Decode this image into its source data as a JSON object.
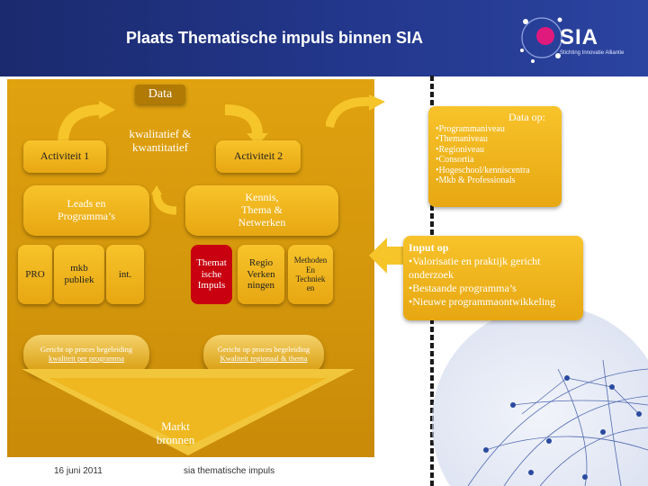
{
  "header": {
    "title": "Plaats Thematische impuls binnen SIA"
  },
  "logo": {
    "text": "SIA",
    "subtitle": "Stichting Innovatie Alliantie"
  },
  "diagram": {
    "data_label": "Data",
    "kwalitatief": "kwalitatief & kwantitatief",
    "activiteit1": "Activiteit 1",
    "activiteit2": "Activiteit 2",
    "leads": "Leads en Programma’s",
    "kennis": "Kennis, Thema & Netwerken",
    "pro": "PRO",
    "mkb": "mkb publiek",
    "int": "int.",
    "themat": "Themat ische Impuls",
    "regio": "Regio Verken ningen",
    "methoden": "Methoden En Techniek en",
    "gericht1_line1": "Gericht op proces begeleiding",
    "gericht1_line2": "kwaliteit per programma",
    "gericht2_line1": "Gericht op proces begeleiding",
    "gericht2_line2": "Kwaliteit regionaal & thema",
    "markt": "Markt bronnen"
  },
  "data_op": {
    "title": "Data op:",
    "items": [
      "Programmaniveau",
      "Themaniveau",
      "Regioniveau",
      "Consortia",
      "Hogeschool/kenniscentra",
      "Mkb & Professionals"
    ]
  },
  "input_op": {
    "title": "Input op",
    "items": [
      "Valorisatie en praktijk gericht onderzoek",
      "Bestaande programma’s",
      "Nieuwe programmaontwikkeling"
    ]
  },
  "footer": {
    "date": "16 juni 2011",
    "center": "sia thematische impuls"
  },
  "colors": {
    "header": "#23378c",
    "gold": "#f2b51c",
    "red": "#c8000f"
  }
}
